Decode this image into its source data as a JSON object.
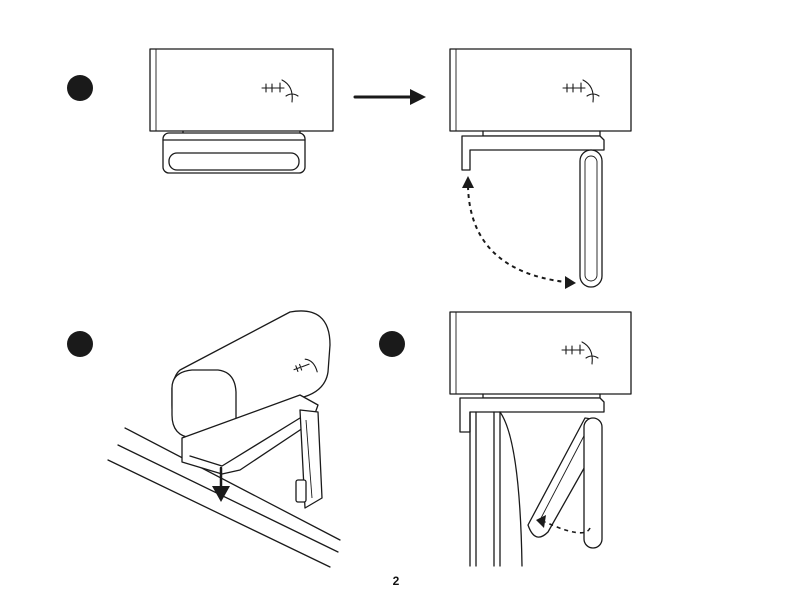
{
  "page": {
    "number": "2"
  },
  "steps": [
    {
      "marker": "step-1",
      "label": ""
    },
    {
      "marker": "step-2",
      "label": ""
    },
    {
      "marker": "step-3",
      "label": ""
    }
  ],
  "icons": {
    "logo": "brand-logo-icon",
    "arrow": "arrow-right-icon",
    "curved_arrow": "curved-dashed-arrow-icon",
    "down_arrow": "arrow-down-icon"
  },
  "colors": {
    "ink": "#1a1a1a",
    "background": "#ffffff"
  }
}
